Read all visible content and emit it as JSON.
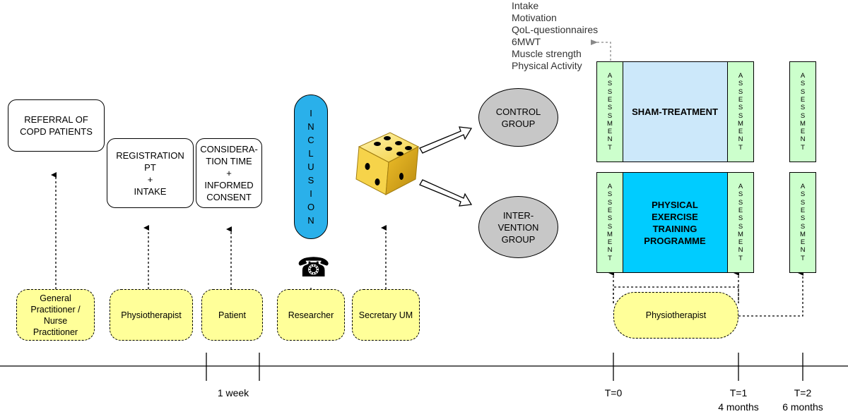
{
  "stages": {
    "referral": "REFERRAL OF\nCOPD PATIENTS",
    "registration": "REGISTRATION\nPT\n+\nINTAKE",
    "consideration": "CONSIDERA-\nTION TIME\n+\nINFORMED\nCONSENT",
    "inclusion": "INCLUSION"
  },
  "roles": {
    "gp": "General\nPractitioner /\nNurse\nPractitioner",
    "physio": "Physiotherapist",
    "patient": "Patient",
    "researcher": "Researcher",
    "secretary": "Secretary UM",
    "physio_main": "Physiotherapist"
  },
  "groups": {
    "control": "CONTROL\nGROUP",
    "intervention": "INTER-\nVENTION\nGROUP"
  },
  "treatments": {
    "sham": "SHAM-TREATMENT",
    "exercise": "PHYSICAL\nEXERCISE\nTRAINING\nPROGRAMME"
  },
  "assessment_label": "ASSESSMENT",
  "assessment_items": [
    "Intake",
    "Motivation",
    "QoL-questionnaires",
    "6MWT",
    "Muscle strength",
    "Physical Activity"
  ],
  "timeline": {
    "week": "1 week",
    "t0": "T=0",
    "t1": "T=1",
    "t1_sub": "4 months",
    "t2": "T=2",
    "t2_sub": "6 months"
  },
  "colors": {
    "role_fill": "#ffff99",
    "assessment_fill": "#ccffcc",
    "sham_fill": "#cce8fa",
    "exercise_fill": "#00ccff",
    "inclusion_fill": "#2ab0ea",
    "group_fill": "#c7c7c7"
  },
  "icons": [
    "telephone-icon",
    "dice-icon"
  ]
}
